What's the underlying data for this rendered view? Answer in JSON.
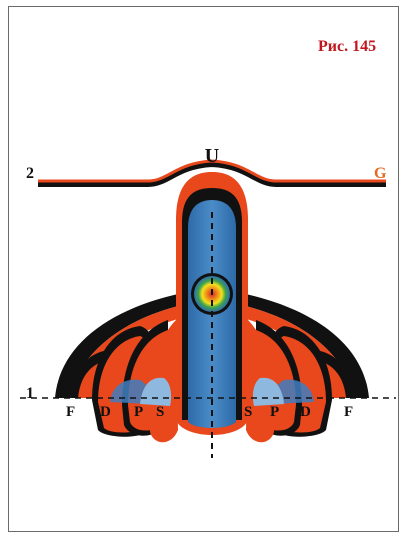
{
  "figure": {
    "title": "Рис. 145",
    "title_color": "#c0161d"
  },
  "labels": {
    "top": "U",
    "left_line": "2",
    "right_line": "G",
    "baseline": "1",
    "left_series": [
      "F",
      "D",
      "P",
      "S"
    ],
    "right_series": [
      "S",
      "P",
      "D",
      "F"
    ]
  },
  "colors": {
    "orange": "#e8481c",
    "red": "#d42a16",
    "black": "#111111",
    "blue": "#3f7ec0",
    "light_blue": "#8fb8de",
    "g_label": "#e36a1e"
  },
  "icons": {
    "center_disc": "spectral-disc-icon"
  }
}
